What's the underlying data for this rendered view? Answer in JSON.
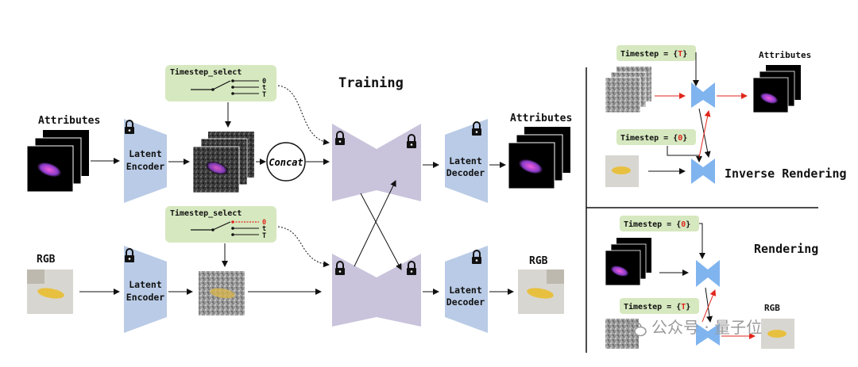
{
  "training": {
    "title": "Training",
    "attributes_in": "Attributes",
    "attributes_out": "Attributes",
    "rgb_in": "RGB",
    "rgb_out": "RGB",
    "encoder_label": [
      "Latent",
      "Encoder"
    ],
    "decoder_label": [
      "Latent",
      "Decoder"
    ],
    "concat": "Concat",
    "selector_title": "Timestep_select",
    "selector_options": [
      "0",
      "t",
      "T"
    ]
  },
  "inverse": {
    "title": "Inverse Rendering",
    "output_label": "Attributes",
    "timestep_T": {
      "prefix": "Timestep = {",
      "value": "T",
      "suffix": "}"
    },
    "timestep_0": {
      "prefix": "Timestep = {",
      "value": "0",
      "suffix": "}"
    }
  },
  "rendering": {
    "title": "Rendering",
    "output_label": "RGB",
    "timestep_0": {
      "prefix": "Timestep = {",
      "value": "0",
      "suffix": "}"
    },
    "timestep_T": {
      "prefix": "Timestep = {",
      "value": "T",
      "suffix": "}"
    }
  },
  "watermark": "公众号 · 量子位",
  "colors": {
    "encoder": "#b9cbe6",
    "unet": "#c9c3dc",
    "selector": "#d6e8bf",
    "small_unet": "#7fb4ef",
    "highlight": "#e0271d"
  }
}
